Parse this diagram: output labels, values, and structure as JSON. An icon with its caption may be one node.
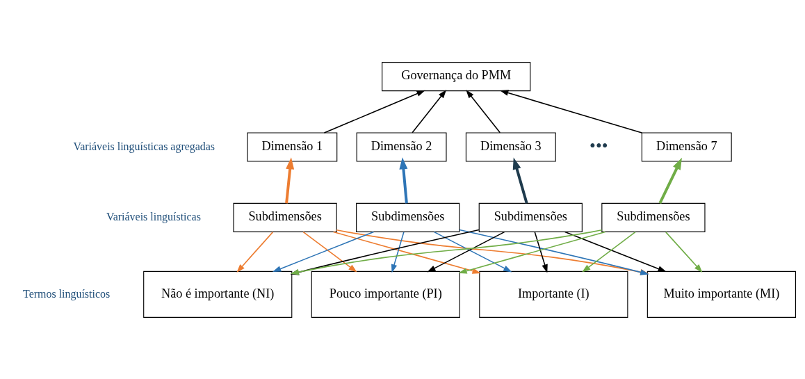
{
  "diagram": {
    "nodes": [
      {
        "text": [
          "Governança do PMM"
        ]
      },
      {
        "text": [
          "Dimensão 1"
        ]
      },
      {
        "text": [
          "Dimensão 2"
        ]
      },
      {
        "text": [
          "Dimensão 3"
        ]
      },
      {
        "text": [
          "Dimensão 7"
        ]
      },
      {
        "text": [
          "Subdimensões"
        ]
      },
      {
        "text": [
          "Subdimensões"
        ]
      },
      {
        "text": [
          "Subdimensões"
        ]
      },
      {
        "text": [
          "Subdimensões"
        ]
      },
      {
        "text": [
          "Não é importante (NI)"
        ]
      },
      {
        "text": [
          "Pouco importante (PI)"
        ]
      },
      {
        "text": [
          "Importante (I)"
        ]
      },
      {
        "text": [
          "Muito importante (MI)"
        ]
      }
    ],
    "edges": [
      {
        "from": 1,
        "to": 0,
        "arrow": "to"
      },
      {
        "from": 2,
        "to": 0,
        "arrow": "to"
      },
      {
        "from": 3,
        "to": 0,
        "arrow": "to"
      },
      {
        "from": 4,
        "to": 0,
        "arrow": "to"
      },
      {
        "from": 5,
        "to": 1,
        "arrow": "to",
        "style": "thick",
        "color": "#ed7d31"
      },
      {
        "from": 6,
        "to": 2,
        "arrow": "to",
        "style": "thick",
        "color": "#2e75b6"
      },
      {
        "from": 7,
        "to": 3,
        "arrow": "to",
        "style": "thick"
      },
      {
        "from": 8,
        "to": 4,
        "arrow": "to",
        "style": "thick",
        "color": "#70ad47"
      },
      {
        "from": 5,
        "to": 9,
        "arrow": "to",
        "color": "#ed7d31"
      },
      {
        "from": 5,
        "to": 10,
        "arrow": "to",
        "color": "#ed7d31"
      },
      {
        "from": 5,
        "to": 11,
        "arrow": "to",
        "color": "#ed7d31"
      },
      {
        "from": 5,
        "to": 12,
        "arrow": "to",
        "color": "#ed7d31"
      },
      {
        "from": 6,
        "to": 9,
        "arrow": "to",
        "color": "#2e75b6"
      },
      {
        "from": 6,
        "to": 10,
        "arrow": "to",
        "color": "#2e75b6"
      },
      {
        "from": 6,
        "to": 11,
        "arrow": "to",
        "color": "#2e75b6"
      },
      {
        "from": 6,
        "to": 12,
        "arrow": "to",
        "color": "#2e75b6"
      },
      {
        "from": 7,
        "to": 9,
        "arrow": "to"
      },
      {
        "from": 7,
        "to": 10,
        "arrow": "to"
      },
      {
        "from": 7,
        "to": 11,
        "arrow": "to"
      },
      {
        "from": 7,
        "to": 12,
        "arrow": "to"
      },
      {
        "from": 8,
        "to": 9,
        "arrow": "to",
        "color": "#70ad47"
      },
      {
        "from": 8,
        "to": 10,
        "arrow": "to",
        "color": "#70ad47"
      },
      {
        "from": 8,
        "to": 11,
        "arrow": "to",
        "color": "#70ad47"
      },
      {
        "from": 8,
        "to": 12,
        "arrow": "to",
        "color": "#70ad47"
      }
    ],
    "labels": [
      "Variáveis linguísticas agregadas",
      "•••",
      "Variáveis linguísticas",
      "Termos linguísticos"
    ]
  }
}
